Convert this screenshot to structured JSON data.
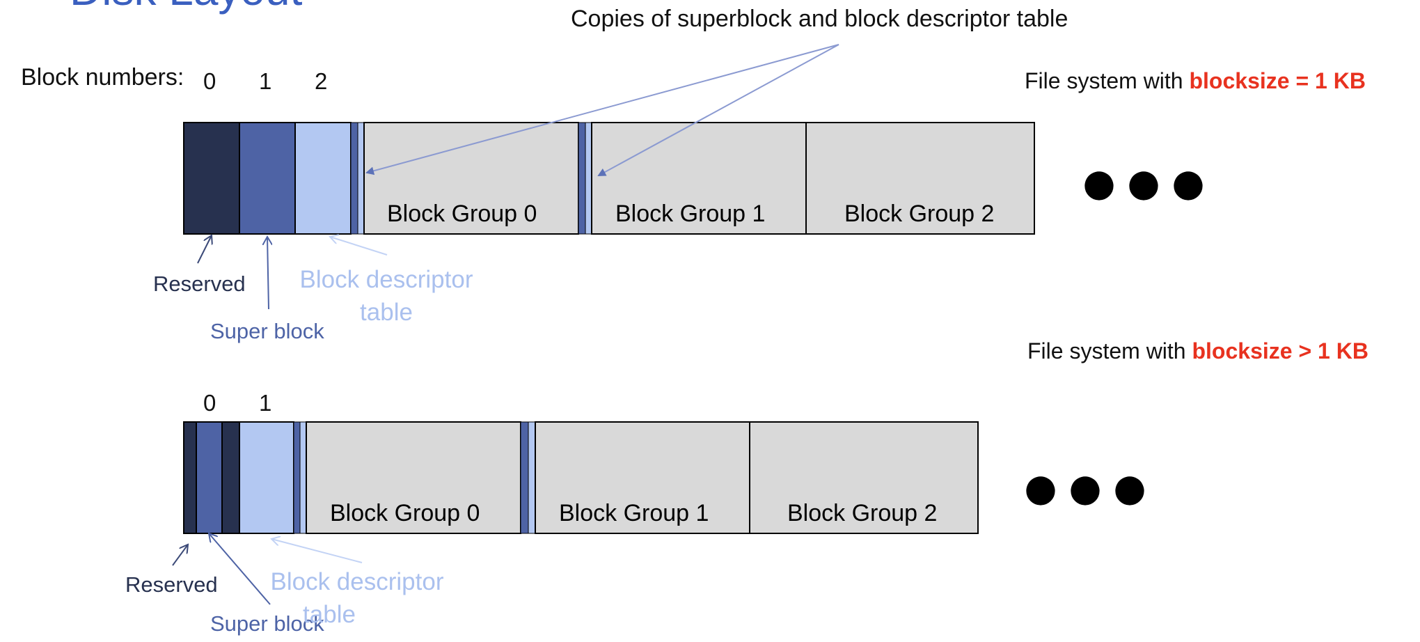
{
  "title": "Disk Layout",
  "copies_caption": "Copies of superblock and block descriptor table",
  "block_numbers_label": "Block numbers:",
  "row1": {
    "note_prefix": "File system with ",
    "note_highlight": "blocksize = 1 KB",
    "block_numbers": [
      "0",
      "1",
      "2"
    ],
    "groups": [
      "Block Group 0",
      "Block Group 1",
      "Block Group 2"
    ],
    "labels": {
      "reserved": "Reserved",
      "super_block": "Super block",
      "descriptor_line1": "Block descriptor",
      "descriptor_line2": "table"
    },
    "ellipsis": "●●●"
  },
  "row2": {
    "note_prefix": "File system with ",
    "note_highlight": "blocksize > 1 KB",
    "block_numbers": [
      "0",
      "1"
    ],
    "groups": [
      "Block Group 0",
      "Block Group 1",
      "Block Group 2"
    ],
    "labels": {
      "reserved": "Reserved",
      "super_block": "Super block",
      "descriptor_line1": "Block descriptor",
      "descriptor_line2": "table"
    },
    "ellipsis": "●●●"
  },
  "colors": {
    "reserved": "#27314f",
    "super_block": "#4e63a5",
    "descriptor": "#b3c8f2",
    "group": "#d9d9d9",
    "arrow": "#8b9ad1",
    "highlight": "#e8321f"
  }
}
